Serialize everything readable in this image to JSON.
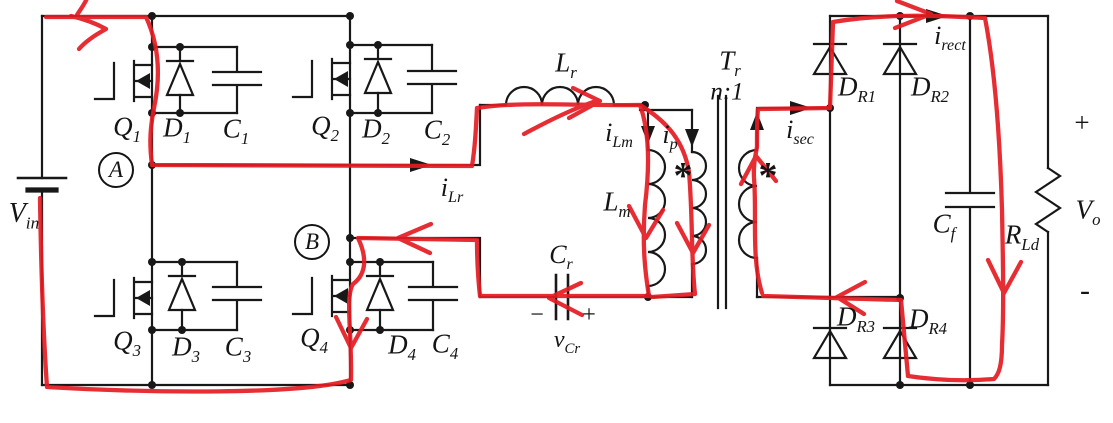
{
  "colors": {
    "wire": "#181818",
    "annotation": "#e41c23",
    "text": "#141414"
  },
  "diagram": {
    "labels": {
      "vin": {
        "base": "V",
        "sub": "in"
      },
      "q1": {
        "base": "Q",
        "sub": "1"
      },
      "d1": {
        "base": "D",
        "sub": "1"
      },
      "c1": {
        "base": "C",
        "sub": "1"
      },
      "q2": {
        "base": "Q",
        "sub": "2"
      },
      "d2": {
        "base": "D",
        "sub": "2"
      },
      "c2": {
        "base": "C",
        "sub": "2"
      },
      "q3": {
        "base": "Q",
        "sub": "3"
      },
      "d3": {
        "base": "D",
        "sub": "3"
      },
      "c3": {
        "base": "C",
        "sub": "3"
      },
      "q4": {
        "base": "Q",
        "sub": "4"
      },
      "d4": {
        "base": "D",
        "sub": "4"
      },
      "c4": {
        "base": "C",
        "sub": "4"
      },
      "node_a": "A",
      "node_b": "B",
      "i_lr": {
        "base": "i",
        "sub": "Lr"
      },
      "lr": {
        "base": "L",
        "sub": "r"
      },
      "ilm": {
        "base": "i",
        "sub": "Lm"
      },
      "ip": {
        "base": "i",
        "sub": "p"
      },
      "lm": {
        "base": "L",
        "sub": "m"
      },
      "cr": {
        "base": "C",
        "sub": "r"
      },
      "cr_minus": "−",
      "cr_plus": "+",
      "vcr": {
        "base": "v",
        "sub": "Cr"
      },
      "tr": {
        "base": "T",
        "sub": "r"
      },
      "turns": "n:1",
      "dot_primary": "*",
      "dot_secondary": "*",
      "isec": {
        "base": "i",
        "sub": "sec"
      },
      "dr1": {
        "base": "D",
        "sub": "R1"
      },
      "dr2": {
        "base": "D",
        "sub": "R2"
      },
      "dr3": {
        "base": "D",
        "sub": "R3"
      },
      "dr4": {
        "base": "D",
        "sub": "R4"
      },
      "irect": {
        "base": "i",
        "sub": "rect"
      },
      "cf": {
        "base": "C",
        "sub": "f"
      },
      "rld": {
        "base": "R",
        "sub": "Ld"
      },
      "vo": {
        "base": "V",
        "sub": "o"
      },
      "vo_plus": "+",
      "vo_minus": "-"
    }
  }
}
